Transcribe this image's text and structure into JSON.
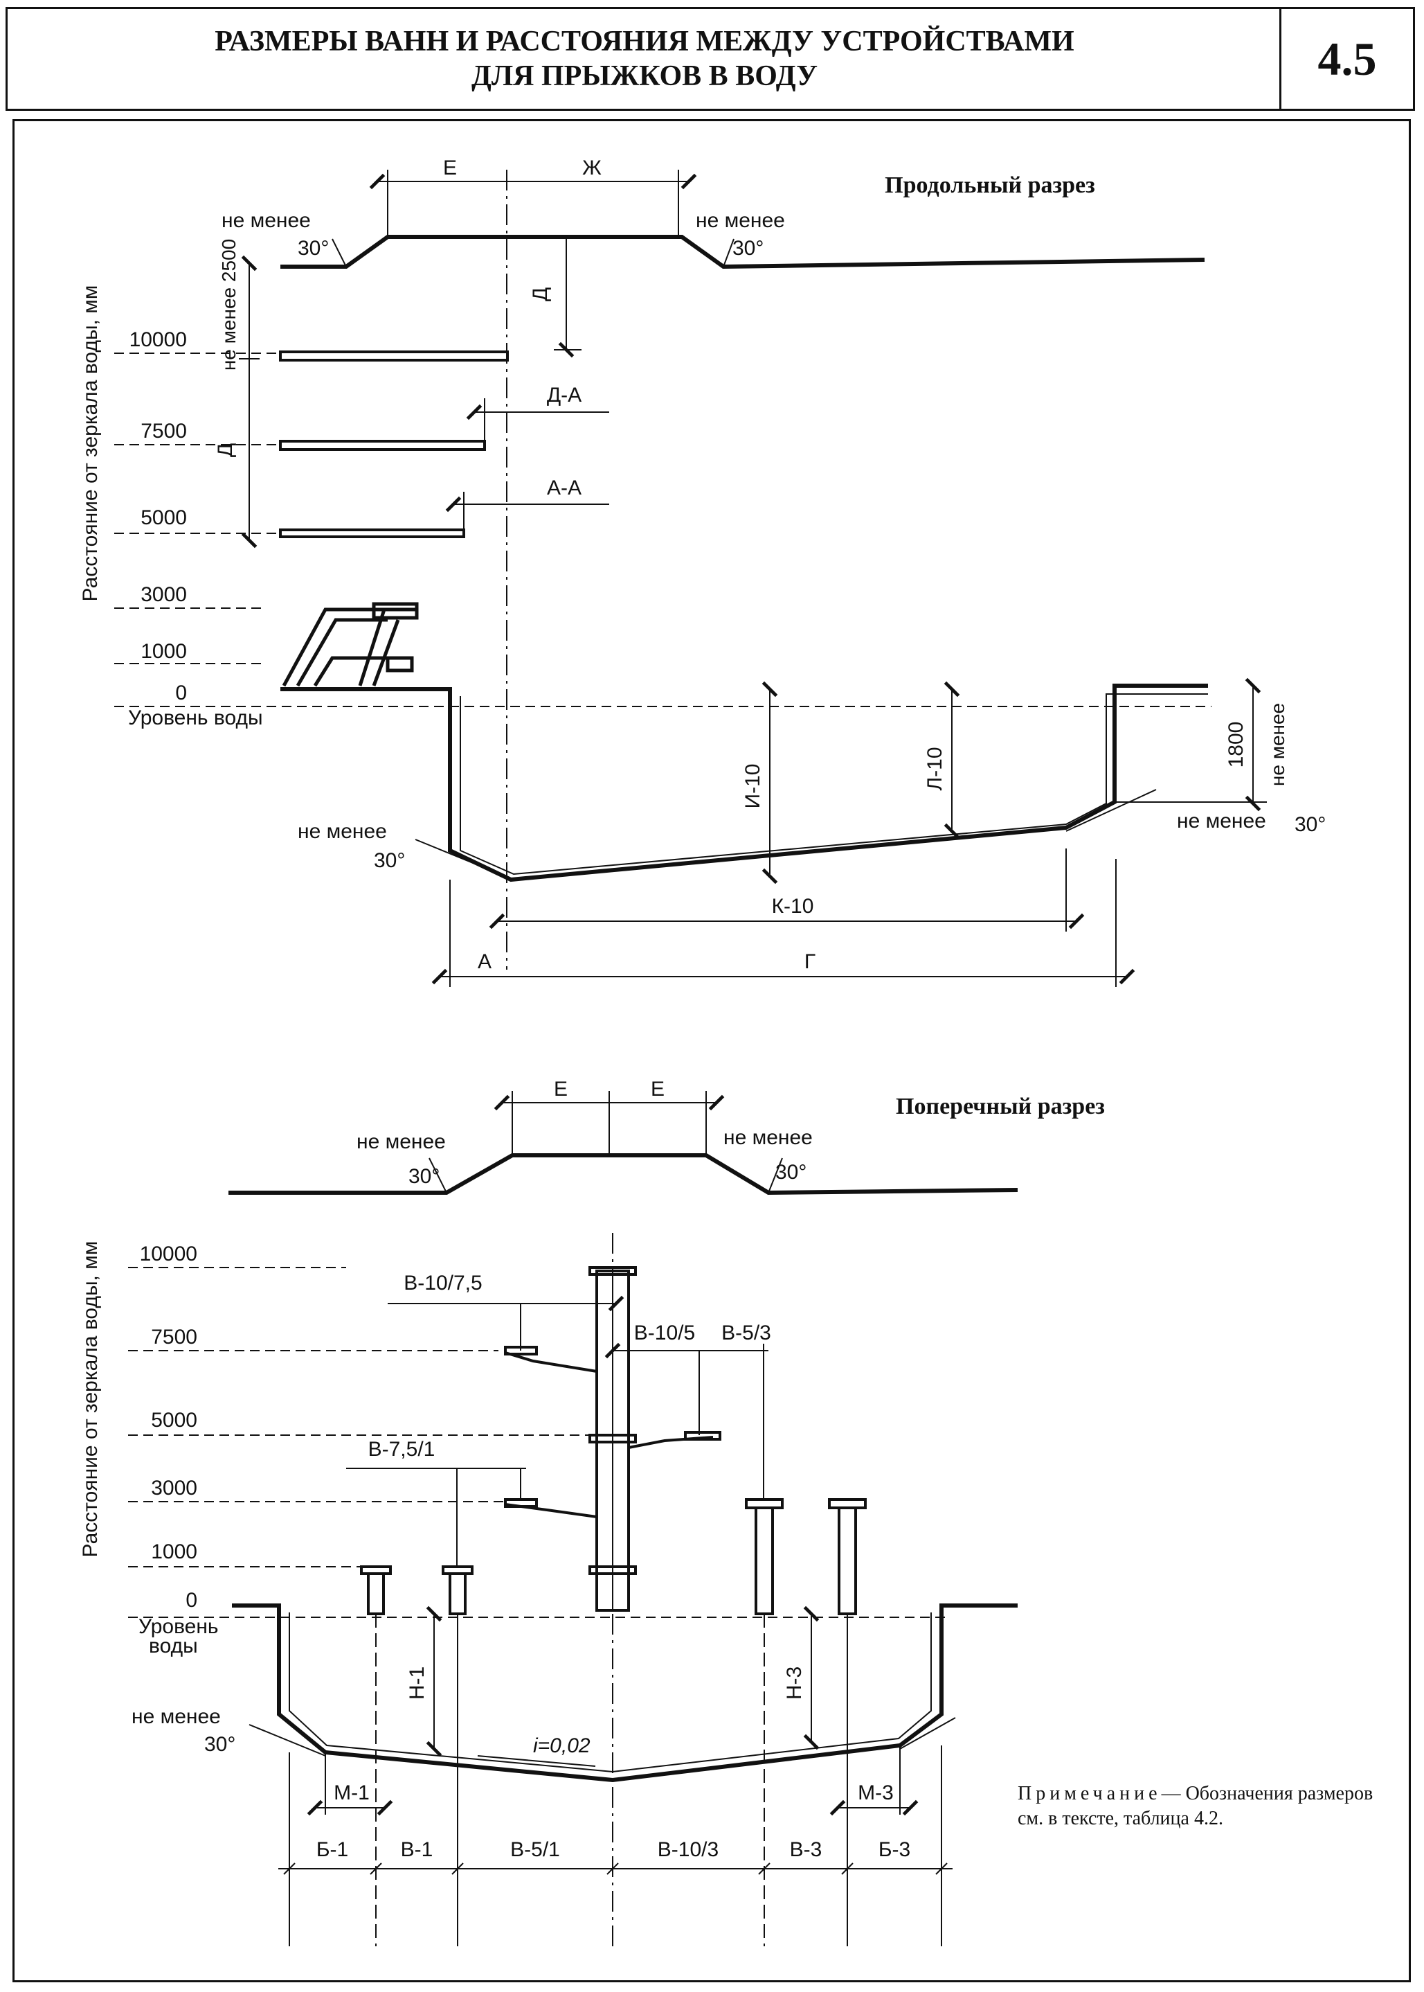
{
  "header": {
    "title_line1": "РАЗМЕРЫ ВАНН И РАССТОЯНИЯ МЕЖДУ УСТРОЙСТВАМИ",
    "title_line2": "ДЛЯ ПРЫЖКОВ В ВОДУ",
    "section_number": "4.5"
  },
  "longitudinal": {
    "title": "Продольный разрез",
    "axis_label": "Расстояние от зеркала воды, мм",
    "levels": [
      "10000",
      "7500",
      "5000",
      "3000",
      "1000",
      "0"
    ],
    "water_level": "Уровень воды",
    "min": "не менее",
    "angle": "30°",
    "dim_E": "Е",
    "dim_Zh": "Ж",
    "dim_D": "Д",
    "dim_min_2500": "не менее 2500",
    "dim_DA": "Д-А",
    "dim_AA": "А-А",
    "dim_I10": "И-10",
    "dim_L10": "Л-10",
    "dim_1800": "1800",
    "dim_K10": "К-10",
    "dim_A": "А",
    "dim_G": "Г"
  },
  "transverse": {
    "title": "Поперечный разрез",
    "axis_label": "Расстояние от зеркала воды, мм",
    "levels": [
      "10000",
      "7500",
      "5000",
      "3000",
      "1000",
      "0"
    ],
    "water_level_1": "Уровень",
    "water_level_2": "воды",
    "min": "не менее",
    "angle": "30°",
    "dim_E": "Е",
    "dim_V10_75": "В-10/7,5",
    "dim_V10_5": "В-10/5",
    "dim_V5_3": "В-5/3",
    "dim_V75_1": "В-7,5/1",
    "dim_N1": "Н-1",
    "dim_N3": "Н-3",
    "slope": "i=0,02",
    "dim_M1": "М-1",
    "dim_M3": "М-3",
    "bottom_dims": [
      "Б-1",
      "В-1",
      "В-5/1",
      "В-10/3",
      "В-3",
      "Б-3"
    ]
  },
  "note": {
    "lead": "Примечание",
    "text": "— Обозначения размеров см. в тексте, таблица 4.2."
  }
}
